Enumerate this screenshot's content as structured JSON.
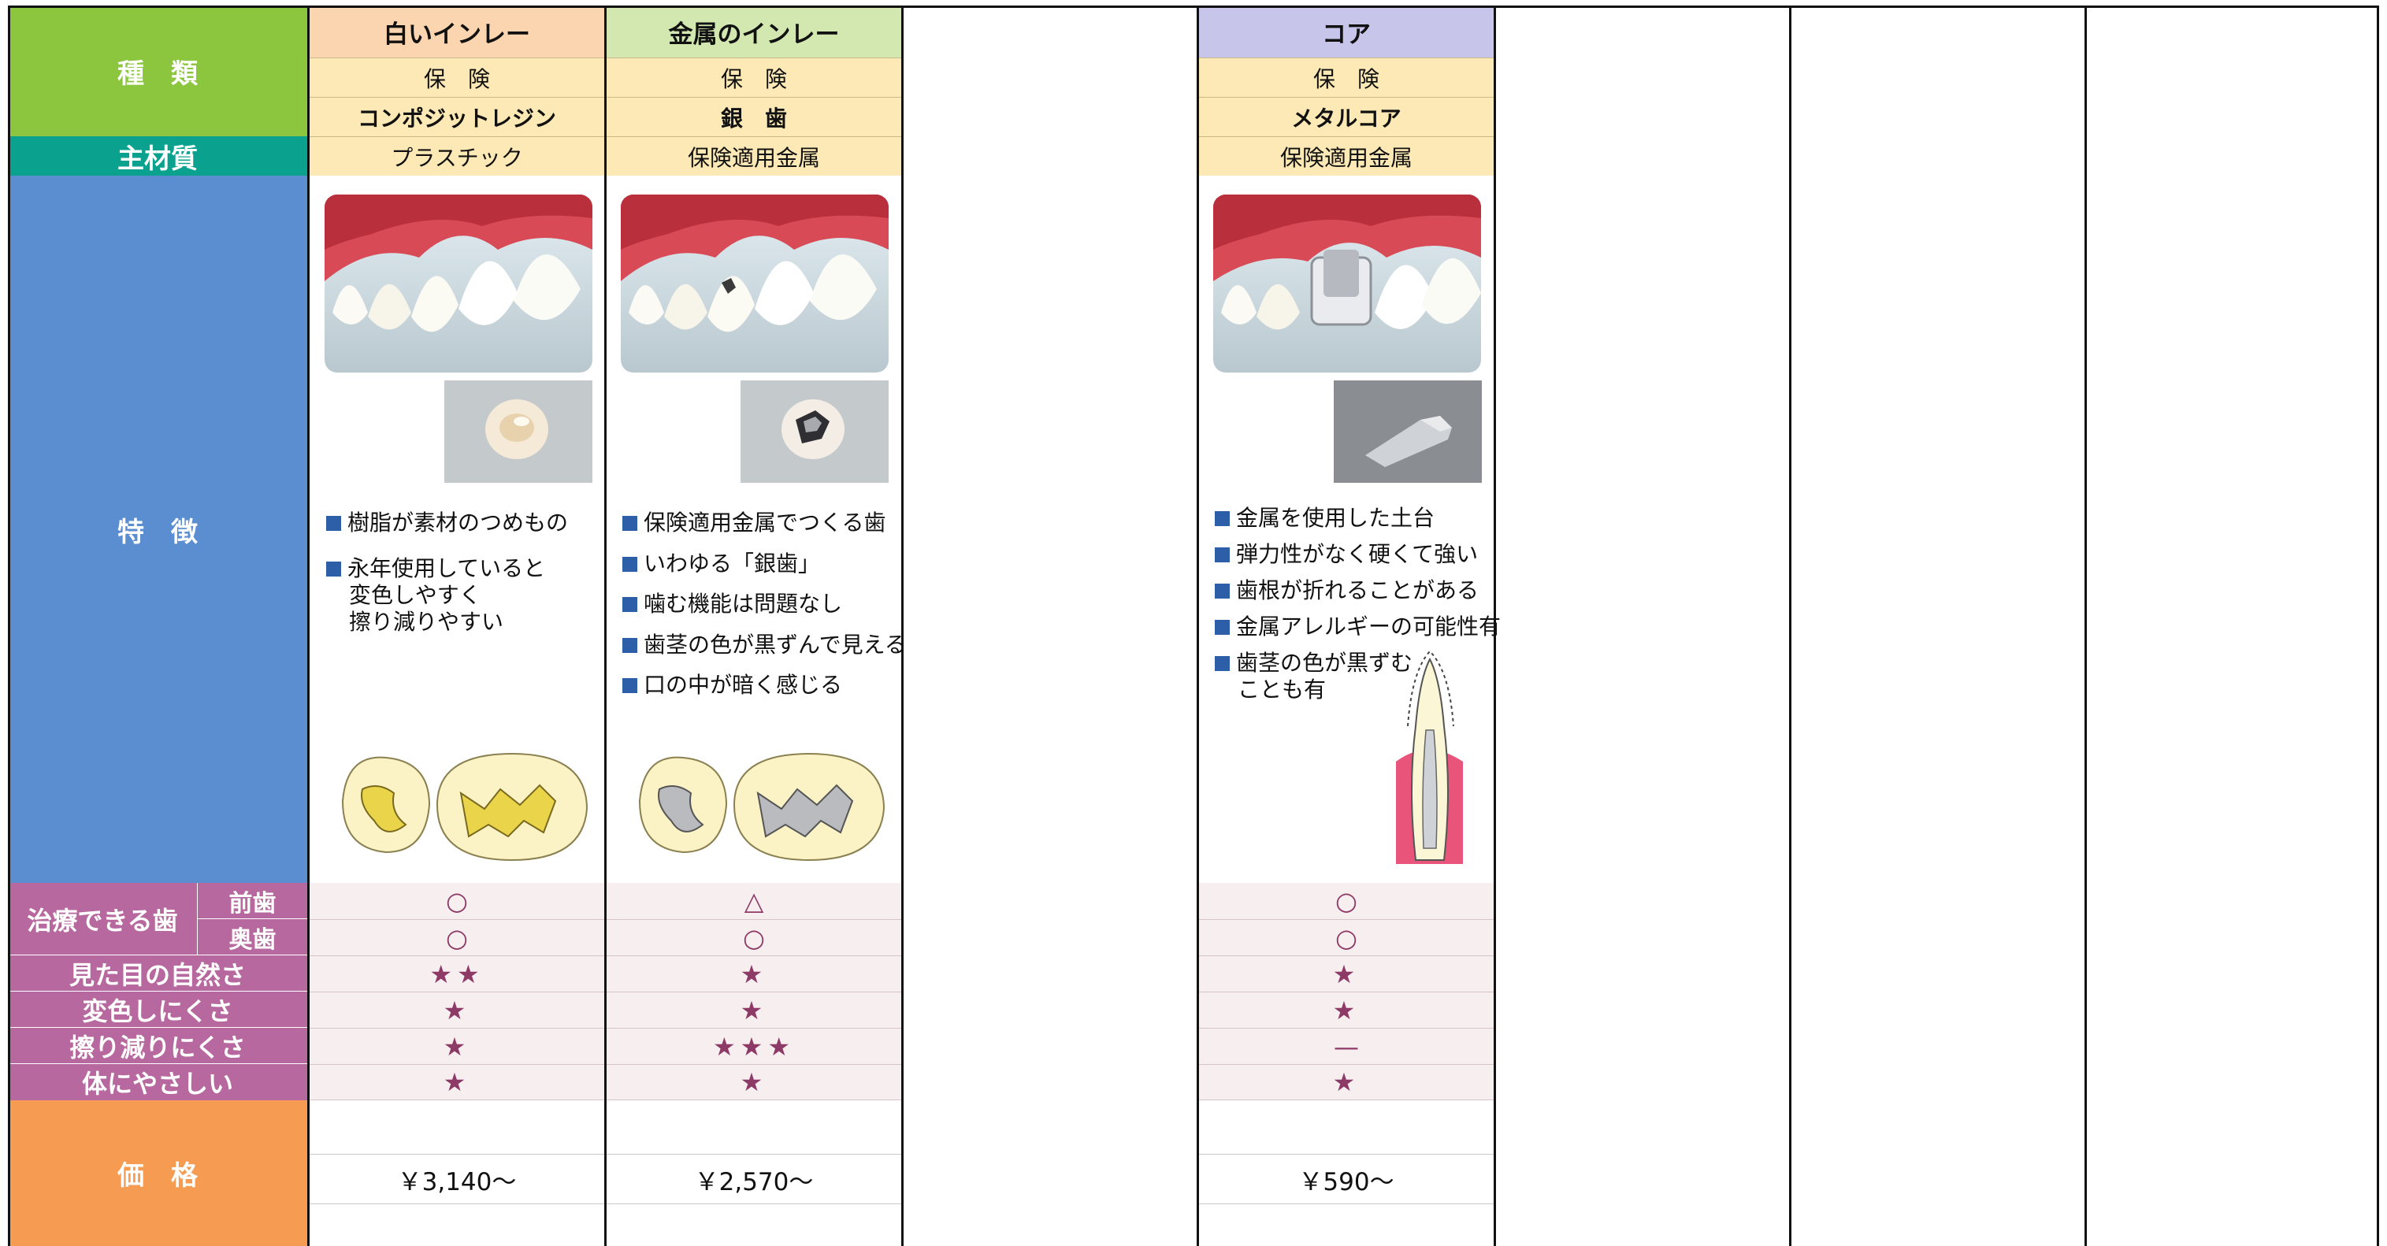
{
  "labels": {
    "kind": "種　類",
    "material": "主材質",
    "features": "特　徴",
    "treatable": "治療できる歯",
    "front": "前歯",
    "back": "奥歯",
    "natural": "見た目の自然さ",
    "discolor": "変色しにくさ",
    "wear": "擦り減りにくさ",
    "body": "体にやさしい",
    "price": "価　格"
  },
  "columns": [
    {
      "title": "白いインレー",
      "insurance": "保　険",
      "name": "コンポジットレジン",
      "material": "プラスチック",
      "features": [
        {
          "line1": "樹脂が素材のつめもの"
        },
        {
          "line1": "永年使用していると",
          "line2": "変色しやすく",
          "line3": "擦り減りやすい"
        }
      ],
      "front": "○",
      "back": "○",
      "natural": "★★",
      "discolor": "★",
      "wear": "★",
      "body": "★",
      "price": "￥3,140〜"
    },
    {
      "title": "金属のインレー",
      "insurance": "保　険",
      "name": "銀　歯",
      "material": "保険適用金属",
      "features": [
        {
          "line1": "保険適用金属でつくる歯"
        },
        {
          "line1": "いわゆる「銀歯」"
        },
        {
          "line1": "噛む機能は問題なし"
        },
        {
          "line1": "歯茎の色が黒ずんで見える"
        },
        {
          "line1": "口の中が暗く感じる"
        }
      ],
      "front": "△",
      "back": "○",
      "natural": "★",
      "discolor": "★",
      "wear": "★★★",
      "body": "★",
      "price": "￥2,570〜"
    },
    {
      "title": "コア",
      "insurance": "保　険",
      "name": "メタルコア",
      "material": "保険適用金属",
      "features": [
        {
          "line1": "金属を使用した土台"
        },
        {
          "line1": "弾力性がなく硬くて強い"
        },
        {
          "line1": "歯根が折れることがある"
        },
        {
          "line1": "金属アレルギーの可能性有"
        },
        {
          "line1": "歯茎の色が黒ずむ",
          "line2": "ことも有"
        }
      ],
      "front": "○",
      "back": "○",
      "natural": "★",
      "discolor": "★",
      "wear": "—",
      "body": "★",
      "price": "￥590〜"
    }
  ],
  "colors": {
    "kind_label": "#8cc63f",
    "material_label": "#0aa28f",
    "features_label": "#5b8ed0",
    "rating_label": "#b7699f",
    "price_label": "#f59c52",
    "header_col1": "#fbd5b0",
    "header_col2": "#d3e8b0",
    "header_col3": "#c7c6ea",
    "sub_rows": "#fde9b5",
    "bullet": "#2d5ea8",
    "star": "#8e3a66"
  }
}
